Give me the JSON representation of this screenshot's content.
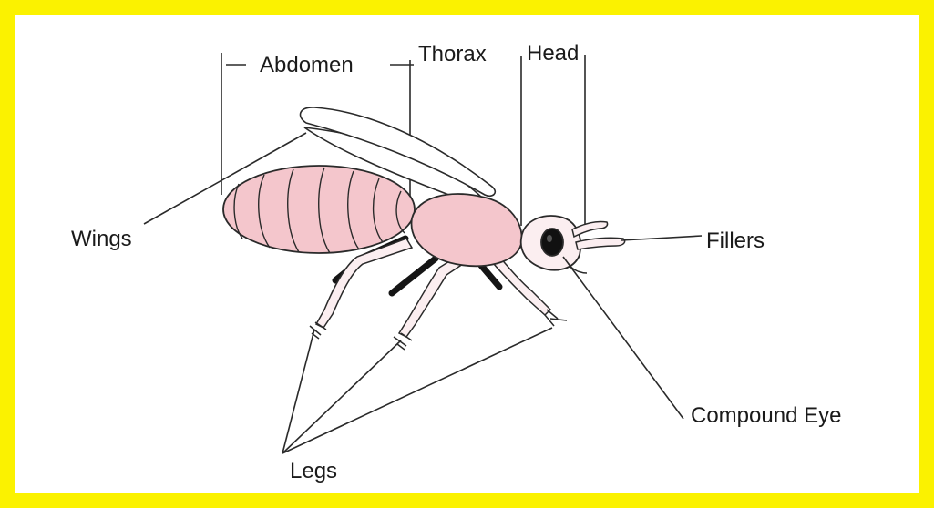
{
  "labels": {
    "abdomen": "Abdomen",
    "thorax": "Thorax",
    "head": "Head",
    "wings": "Wings",
    "fillers": "Fillers",
    "compound_eye": "Compound Eye",
    "legs": "Legs"
  },
  "colors": {
    "frame": "#fbf200",
    "body_fill": "#f4c6cc",
    "outline": "#2a2a2a",
    "dark_leg": "#151515"
  }
}
